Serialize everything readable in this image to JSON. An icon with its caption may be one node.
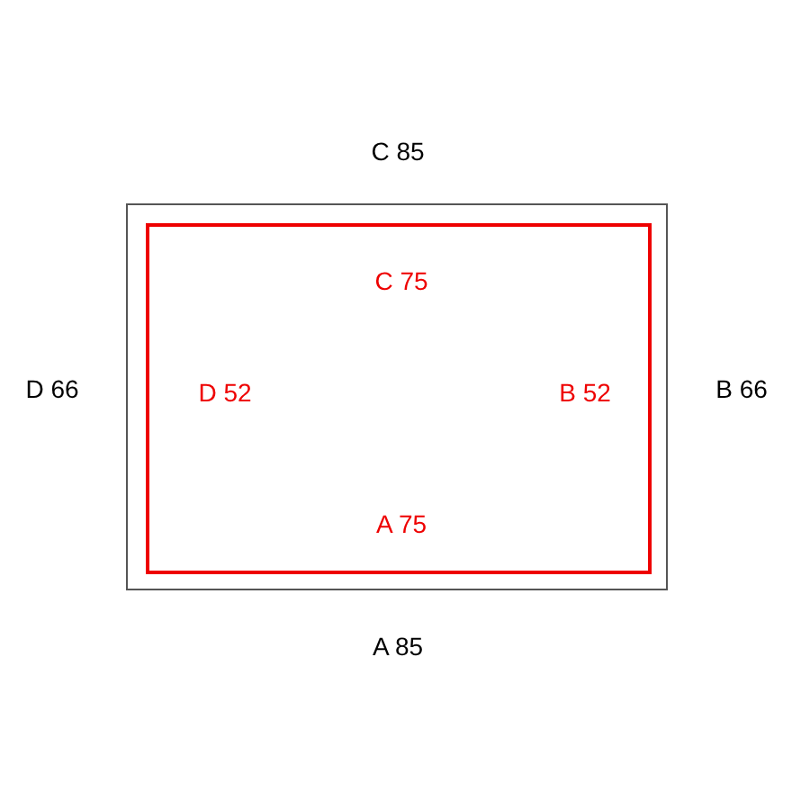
{
  "diagram": {
    "nodes": [
      {
        "text": [],
        "shape": "box",
        "beside": [
          "C 85",
          "D 66",
          "B 66",
          "A 85"
        ]
      },
      {
        "text": [
          "C 75",
          "D 52",
          "B 52",
          "A 75"
        ],
        "in": 0
      }
    ]
  }
}
